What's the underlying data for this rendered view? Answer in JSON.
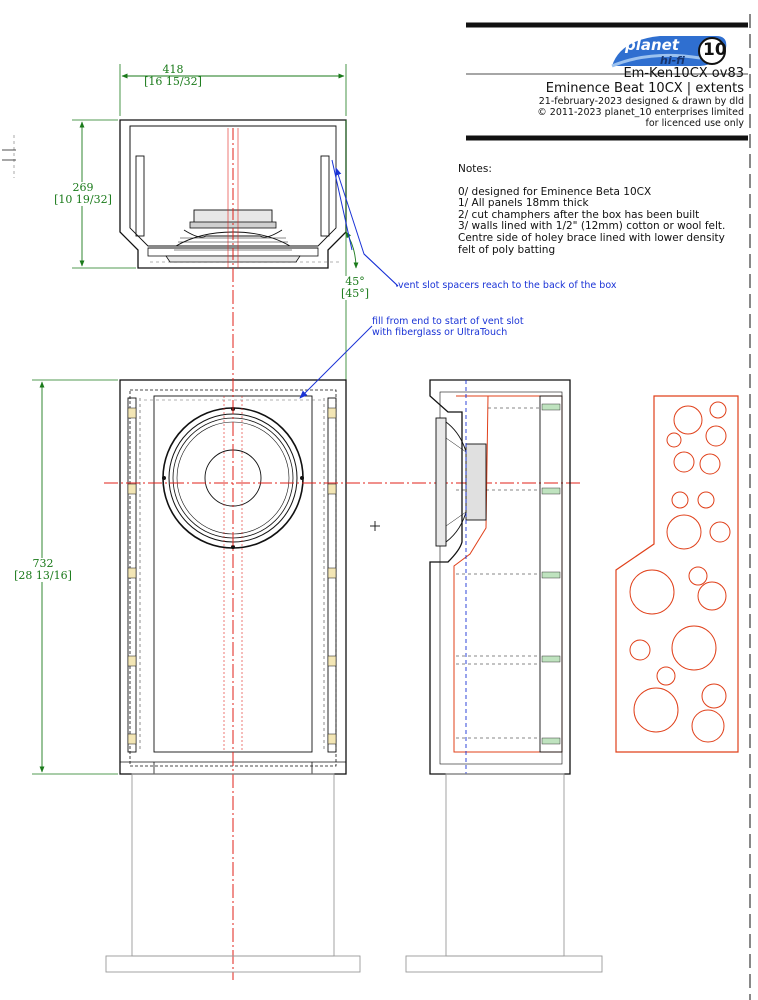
{
  "title_block": {
    "brand_main": "planet",
    "brand_sub": "hi-fi",
    "brand_number": "10",
    "model": "Em-Ken10CX ov83",
    "driver": "Eminence Beat 10CX | extents",
    "date_line": "21-february-2023 designed & drawn by dld",
    "copyright": "© 2011-2023 planet_10 enterprises limited",
    "license": "for licenced use only"
  },
  "notes": {
    "title": "Notes:",
    "items": [
      "0/ designed for Eminence Beta 10CX",
      "1/ All panels 18mm thick",
      "2/ cut champhers after the box has been built",
      "3/ walls lined with 1/2\" (12mm) cotton or wool felt.",
      "Centre side of holey brace lined with lower density",
      "felt of poly batting"
    ]
  },
  "dimensions": {
    "width_mm": "418",
    "width_in": "[16 15/32]",
    "depth_mm": "269",
    "depth_in": "[10 19/32]",
    "height_mm": "732",
    "height_in": "[28 13/16]",
    "angle_deg": "45°",
    "angle_deg_bracket": "[45°]"
  },
  "callouts": {
    "vent_spacers": "vent slot spacers reach to the back of the box",
    "fill_line1": "fill from end to start of vent slot",
    "fill_line2": "with fiberglass or UltraTouch"
  },
  "colors": {
    "line": "#1a1a1a",
    "dimension": "#1a7a1a",
    "centerline": "#e0201a",
    "callout": "#1a33d6",
    "brace": "#e0401a",
    "logo_blue": "#2f6fd0"
  }
}
